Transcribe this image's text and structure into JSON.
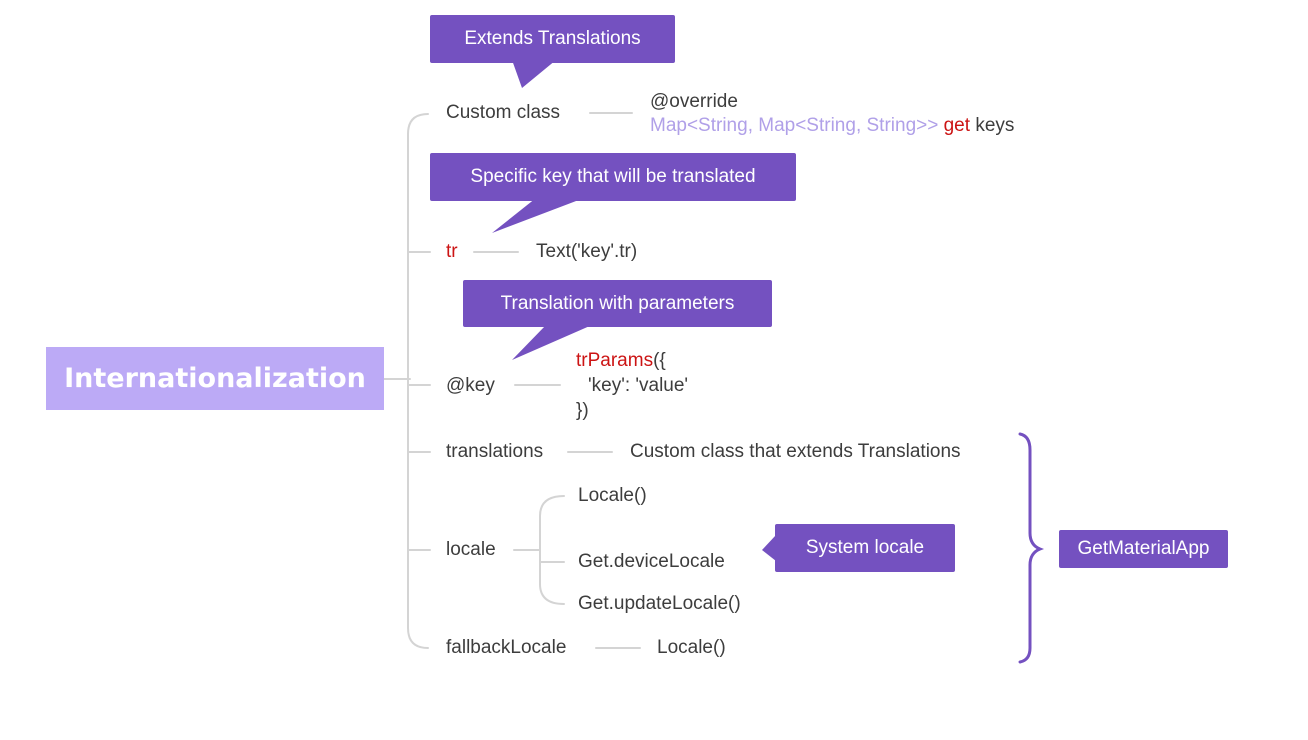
{
  "root": {
    "label": "Internationalization"
  },
  "callouts": {
    "extends": "Extends Translations",
    "specific_key": "Specific key that will be translated",
    "params": "Translation with parameters",
    "system_locale": "System locale"
  },
  "branches": {
    "custom_class": {
      "label": "Custom class",
      "override": "@override",
      "map_type": "Map<String, Map<String, String>>",
      "get": "get",
      "keys": "keys"
    },
    "tr": {
      "label": "tr",
      "value": "Text('key'.tr)"
    },
    "key": {
      "label": "@key",
      "fn": "trParams",
      "open": "({",
      "entry": "'key': 'value'",
      "close": "})"
    },
    "translations": {
      "label": "translations",
      "value": "Custom class that extends Translations"
    },
    "locale": {
      "label": "locale",
      "options": [
        "Locale()",
        "Get.deviceLocale",
        "Get.updateLocale()"
      ]
    },
    "fallback": {
      "label": "fallbackLocale",
      "value": "Locale()"
    }
  },
  "group_label": "GetMaterialApp",
  "colors": {
    "accent": "#7451c0",
    "root": "#bcaaf6",
    "keyword": "#cc1414",
    "type": "#b0a0e8",
    "line": "#d4d4d4"
  }
}
